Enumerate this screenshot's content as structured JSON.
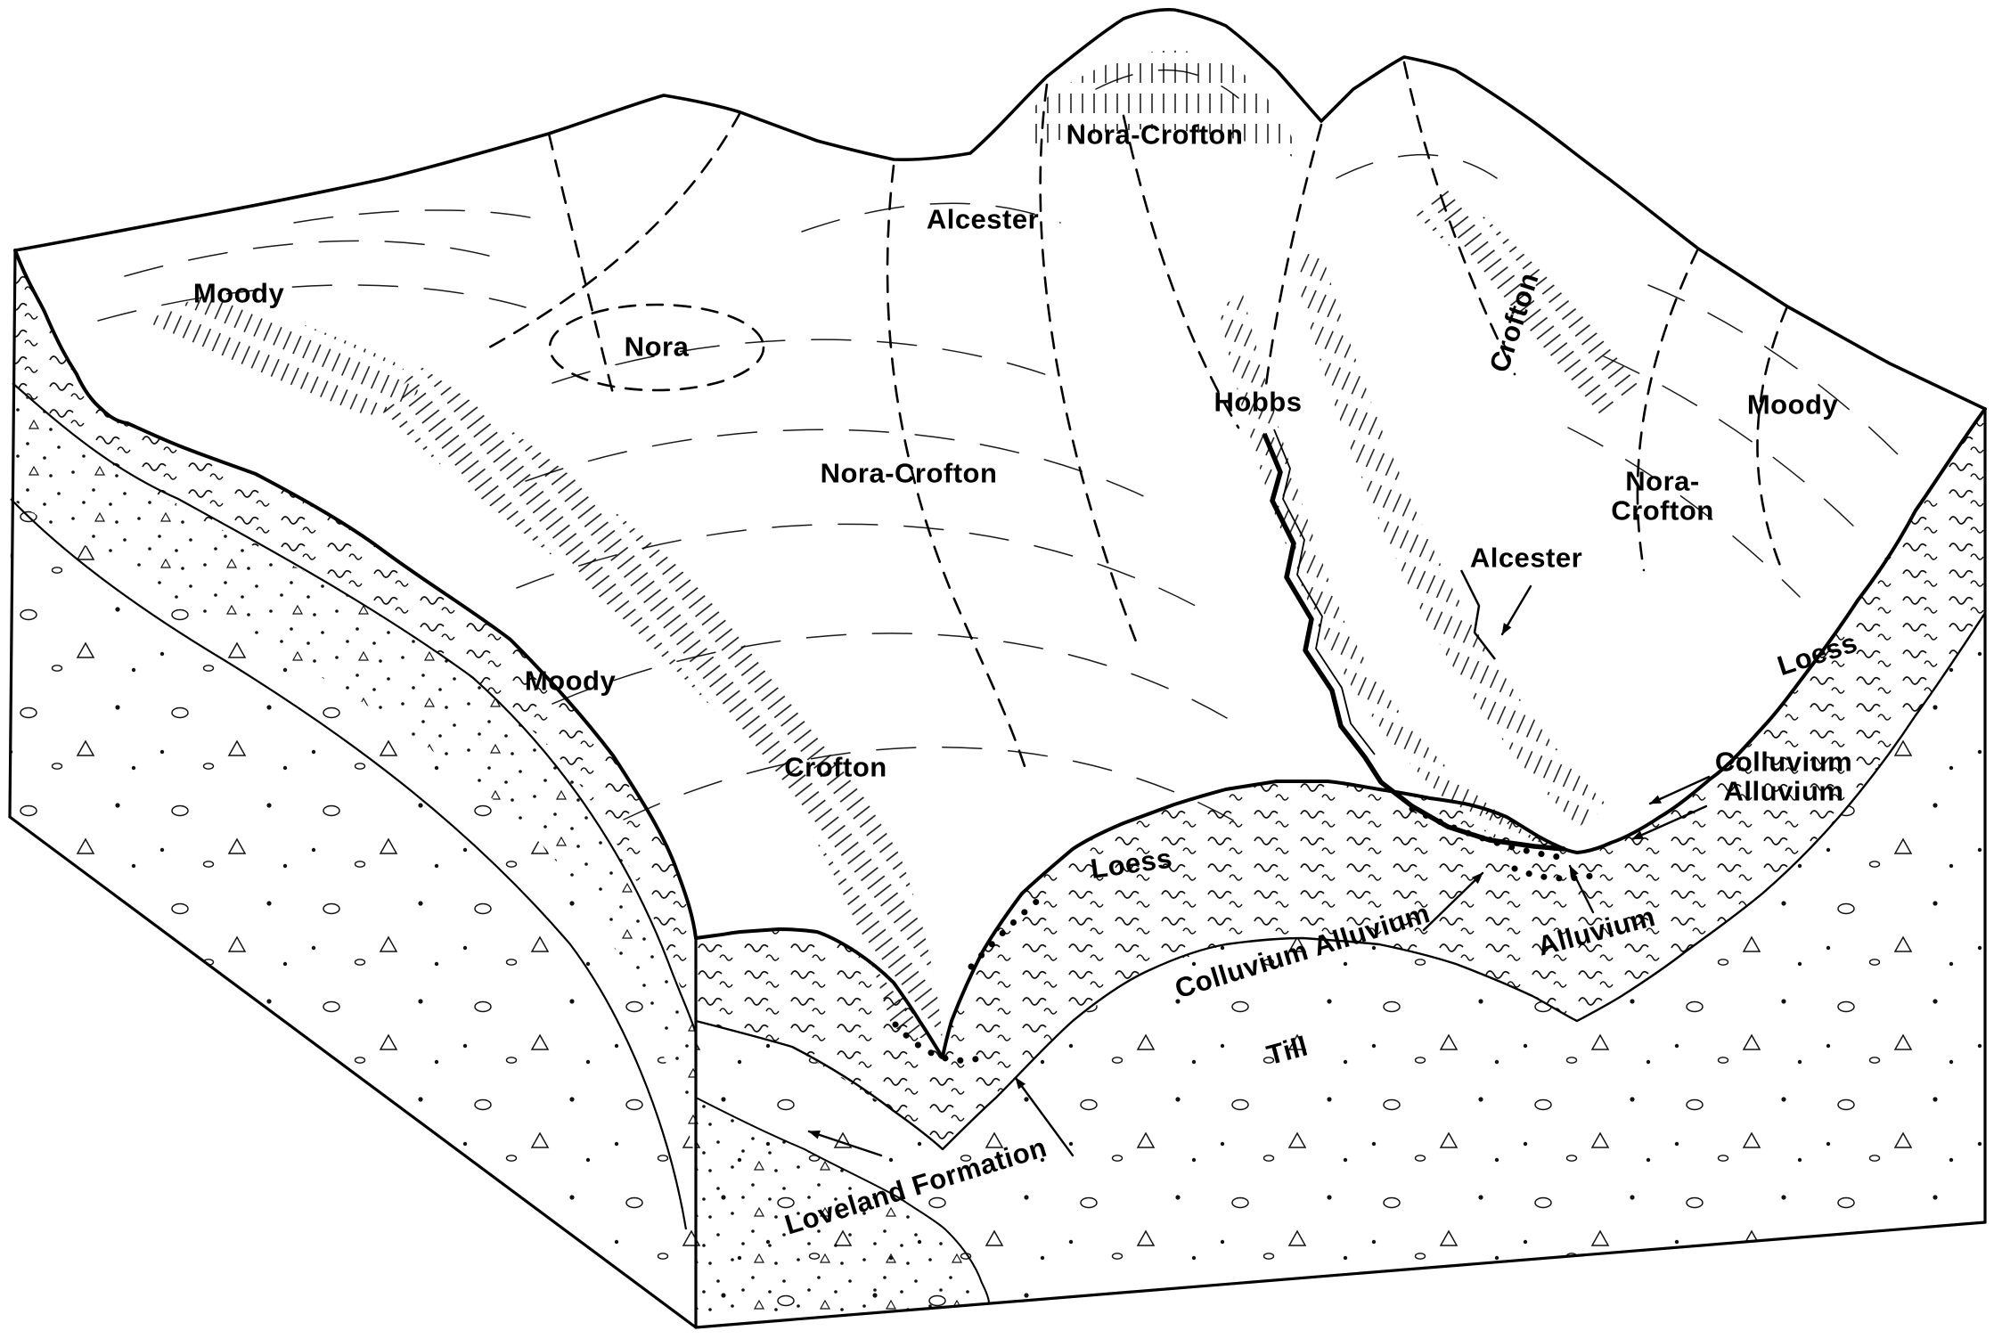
{
  "diagram": {
    "colors": {
      "ink": "#000000",
      "paper": "#ffffff"
    },
    "labels": {
      "moody_top_left": {
        "text": "Moody"
      },
      "nora": {
        "text": "Nora"
      },
      "alcester_top": {
        "text": "Alcester"
      },
      "nora_crofton_top": {
        "text": "Nora-Crofton"
      },
      "hobbs": {
        "text": "Hobbs"
      },
      "crofton_valley": {
        "text": "Crofton"
      },
      "moody_right": {
        "text": "Moody"
      },
      "nora_crofton_right": {
        "text": "Nora-\nCrofton"
      },
      "alcester_right": {
        "text": "Alcester"
      },
      "nora_crofton_center": {
        "text": "Nora-Crofton"
      },
      "loess_right": {
        "text": "Loess"
      },
      "moody_left": {
        "text": "Moody"
      },
      "crofton_left": {
        "text": "Crofton"
      },
      "loess_center": {
        "text": "Loess"
      },
      "colluvium_alluvium_center": {
        "text": "Colluvium Alluvium"
      },
      "alluvium": {
        "text": "Alluvium"
      },
      "colluvium_alluvium_right": {
        "text": "Colluvium\nAlluvium"
      },
      "till": {
        "text": "Till"
      },
      "loveland_formation": {
        "text": "Loveland Formation"
      }
    }
  }
}
